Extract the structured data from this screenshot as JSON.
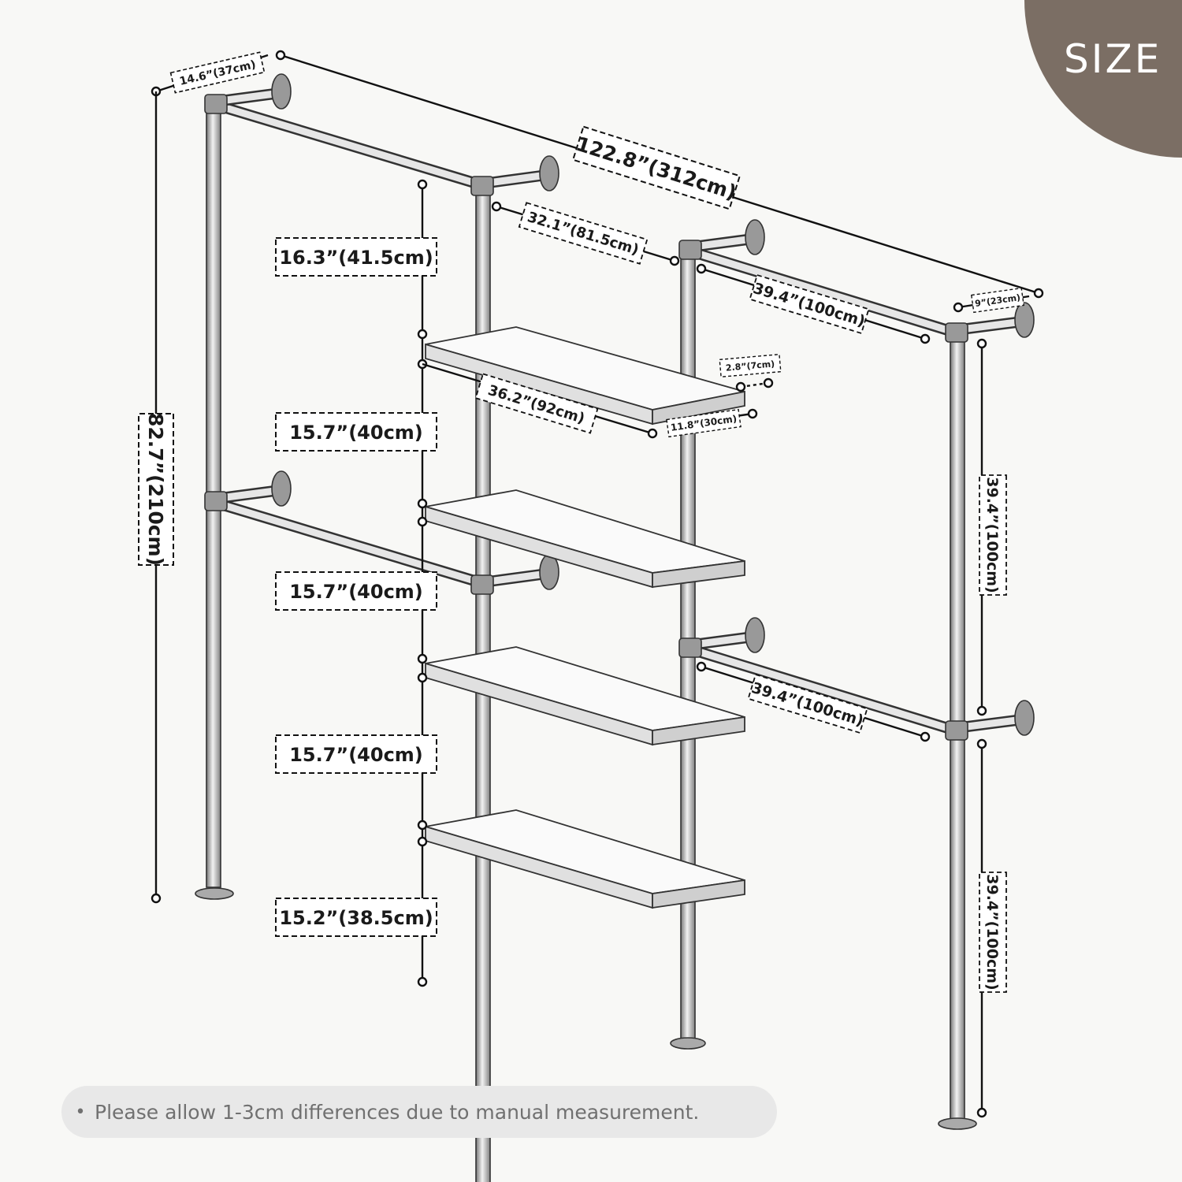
{
  "badge": {
    "label": "SIZE"
  },
  "note": {
    "bullet": "•",
    "text": "Please allow 1-3cm differences due to manual measurement."
  },
  "dimensions": {
    "total_width": "122.8”(312cm)",
    "total_height": "82.7”(210cm)",
    "left_depth": "14.6”(37cm)",
    "top_rod_left": "32.1”(81.5cm)",
    "top_rod_right": "39.4”(100cm)",
    "right_depth": "9”(23cm)",
    "shelf_width": "36.2”(92cm)",
    "shelf_depth": "11.8”(30cm)",
    "shelf_lip": "2.8”(7cm)",
    "gap_top": "16.3”(41.5cm)",
    "gap_1": "15.7”(40cm)",
    "gap_2": "15.7”(40cm)",
    "gap_3": "15.7”(40cm)",
    "gap_bottom": "15.2”(38.5cm)",
    "lower_rod_right": "39.4”(100cm)",
    "right_upper_height": "39.4”(100cm)",
    "right_lower_height": "39.4”(100cm)"
  }
}
